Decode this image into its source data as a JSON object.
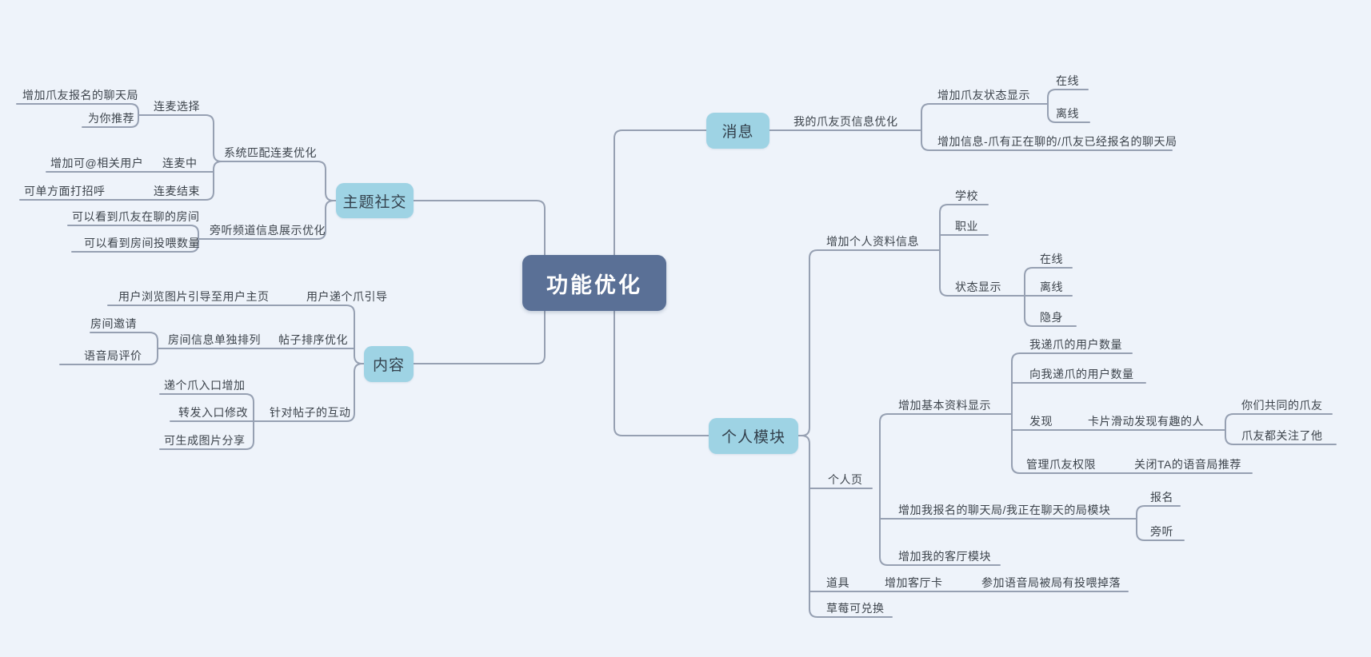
{
  "app": {
    "view": "mindmap-canvas"
  },
  "colors": {
    "background": "#eef3fa",
    "connector": "#96a0b2",
    "central_fill": "#5a7096",
    "central_text": "#ffffff",
    "topic_fill": "#9ed3e4",
    "label_text": "#3c434b"
  },
  "mindmap": {
    "root": {
      "label": "功能优化",
      "children": [
        {
          "label": "消息",
          "children": [
            {
              "label": "我的爪友页信息优化",
              "children": [
                {
                  "label": "增加爪友状态显示",
                  "children": [
                    {
                      "label": "在线"
                    },
                    {
                      "label": "离线"
                    }
                  ]
                },
                {
                  "label": "增加信息-爪有正在聊的/爪友已经报名的聊天局"
                }
              ]
            }
          ]
        },
        {
          "label": "主题社交",
          "children": [
            {
              "label": "系统匹配连麦优化",
              "children": [
                {
                  "label": "连麦选择",
                  "children": [
                    {
                      "label": "增加爪友报名的聊天局"
                    },
                    {
                      "label": "为你推荐"
                    }
                  ]
                },
                {
                  "label": "连麦中",
                  "children": [
                    {
                      "label": "增加可@相关用户"
                    }
                  ]
                },
                {
                  "label": "连麦结束",
                  "children": [
                    {
                      "label": "可单方面打招呼"
                    }
                  ]
                }
              ]
            },
            {
              "label": "旁听频道信息展示优化",
              "children": [
                {
                  "label": "可以看到爪友在聊的房间"
                },
                {
                  "label": "可以看到房间投喂数量"
                }
              ]
            }
          ]
        },
        {
          "label": "内容",
          "children": [
            {
              "label": "用户递个爪引导",
              "children": [
                {
                  "label": "用户浏览图片引导至用户主页"
                }
              ]
            },
            {
              "label": "帖子排序优化",
              "children": [
                {
                  "label": "房间信息单独排列",
                  "children": [
                    {
                      "label": "房间邀请"
                    },
                    {
                      "label": "语音局评价"
                    }
                  ]
                }
              ]
            },
            {
              "label": "针对帖子的互动",
              "children": [
                {
                  "label": "递个爪入口增加"
                },
                {
                  "label": "转发入口修改"
                },
                {
                  "label": "可生成图片分享"
                }
              ]
            }
          ]
        },
        {
          "label": "个人模块",
          "children": [
            {
              "label": "增加个人资料信息",
              "children": [
                {
                  "label": "学校"
                },
                {
                  "label": "职业"
                },
                {
                  "label": "状态显示",
                  "children": [
                    {
                      "label": "在线"
                    },
                    {
                      "label": "离线"
                    },
                    {
                      "label": "隐身"
                    }
                  ]
                }
              ]
            },
            {
              "label": "个人页",
              "children": [
                {
                  "label": "增加基本资料显示",
                  "children": [
                    {
                      "label": "我递爪的用户数量"
                    },
                    {
                      "label": "向我递爪的用户数量"
                    },
                    {
                      "label": "发现",
                      "children": [
                        {
                          "label": "卡片滑动发现有趣的人",
                          "children": [
                            {
                              "label": "你们共同的爪友"
                            },
                            {
                              "label": "爪友都关注了他"
                            }
                          ]
                        }
                      ]
                    },
                    {
                      "label": "管理爪友权限",
                      "children": [
                        {
                          "label": "关闭TA的语音局推荐"
                        }
                      ]
                    }
                  ]
                },
                {
                  "label": "增加我报名的聊天局/我正在聊天的局模块",
                  "children": [
                    {
                      "label": "报名"
                    },
                    {
                      "label": "旁听"
                    }
                  ]
                },
                {
                  "label": "增加我的客厅模块"
                }
              ]
            },
            {
              "label": "道具",
              "children": [
                {
                  "label": "增加客厅卡",
                  "children": [
                    {
                      "label": "参加语音局被局有投喂掉落"
                    }
                  ]
                }
              ]
            },
            {
              "label": "草莓可兑换"
            }
          ]
        }
      ]
    }
  }
}
